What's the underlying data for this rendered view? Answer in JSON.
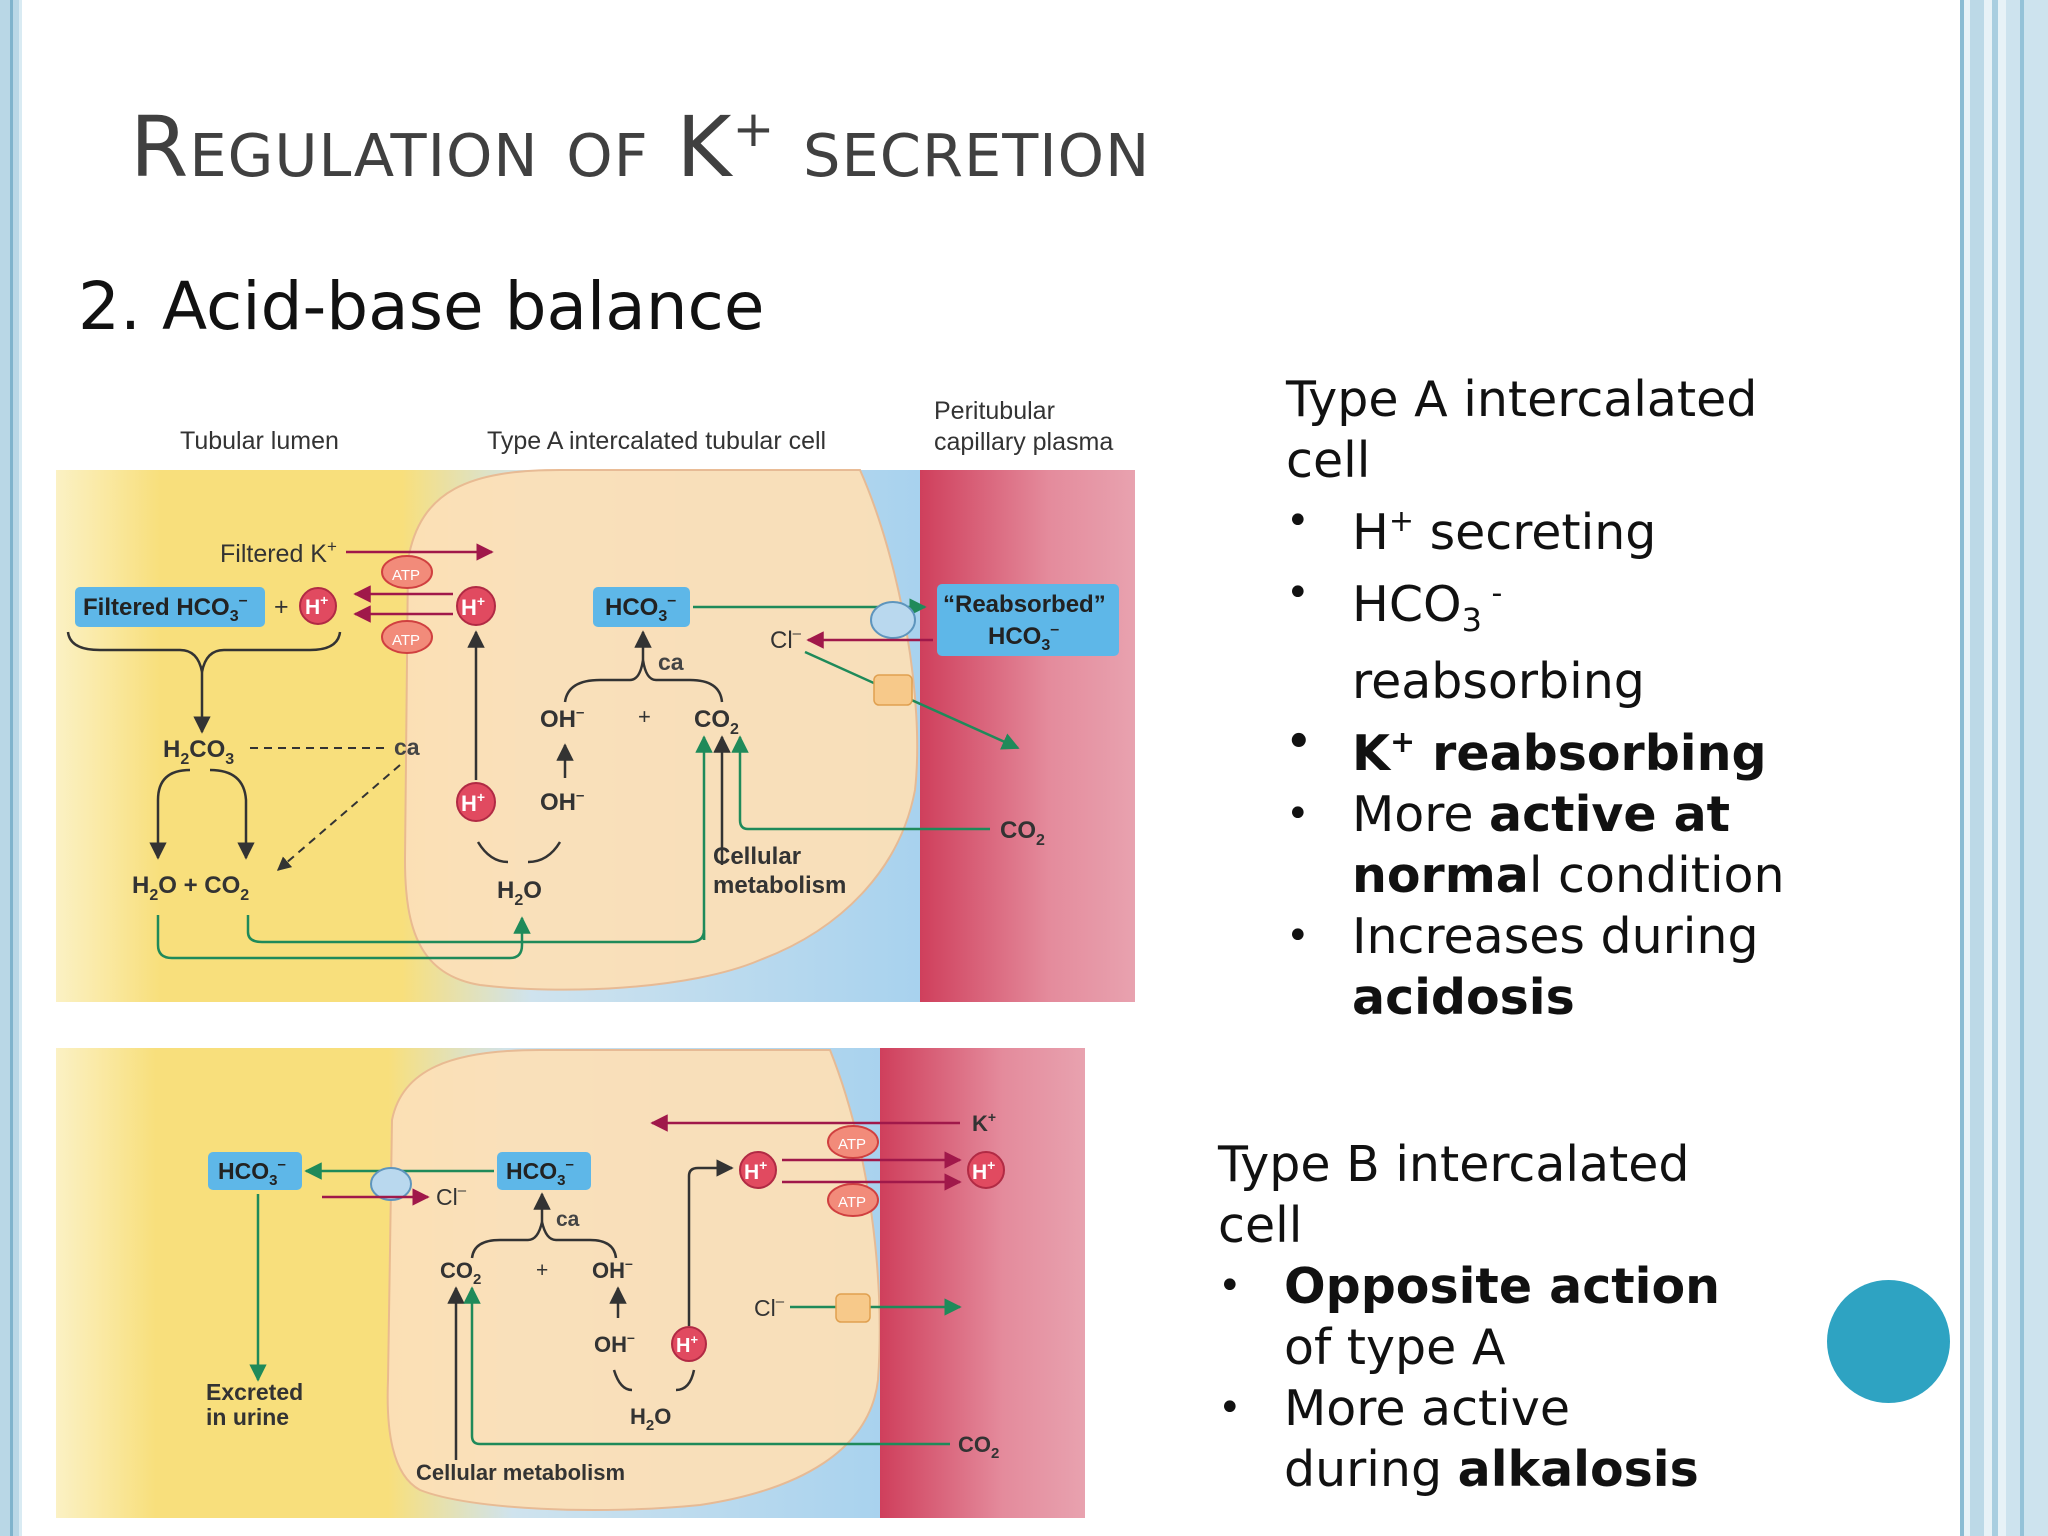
{
  "slide": {
    "title_main": "Regulation of K",
    "title_sup": "+",
    "title_end": " secretion",
    "subtitle": "2. Acid-base balance"
  },
  "type_a": {
    "heading_line1": "Type A intercalated",
    "heading_line2": "cell",
    "bullet1_a": "H",
    "bullet1_sup": "+",
    "bullet1_b": " secreting",
    "bullet2_a": "HCO",
    "bullet2_sub": "3",
    "bullet2_sup": " -",
    "bullet2_b": "reabsorbing",
    "bullet3_a": "K",
    "bullet3_sup": "+",
    "bullet3_b": " reabsorbing",
    "bullet4_a": "More ",
    "bullet4_bold1": "active at",
    "bullet4_bold2": "norma",
    "bullet4_b": "l condition",
    "bullet5_a": "Increases during",
    "bullet5_bold": "acidosis"
  },
  "type_b": {
    "heading_line1": "Type B intercalated",
    "heading_line2": "cell",
    "bullet1_bold": "Opposite action",
    "bullet1_b": "of type A",
    "bullet2_a": "More active",
    "bullet2_b": "during ",
    "bullet2_bold": "alkalosis"
  },
  "diagram_a": {
    "col_lumen": "Tubular lumen",
    "col_cell": "Type A intercalated tubular cell",
    "col_plasma_1": "Peritubular",
    "col_plasma_2": "capillary plasma",
    "filtered_k": "Filtered K",
    "filtered_hco3": "Filtered HCO",
    "h_plus": "H",
    "hco3": "HCO",
    "reabsorbed_1": "“Reabsorbed”",
    "reabsorbed_2": "HCO",
    "cl": "Cl",
    "ca": "ca",
    "oh": "OH",
    "co2": "CO",
    "h2co3": "H",
    "h2o": "H",
    "plus": "+",
    "atp": "ATP",
    "cellular_1": "Cellular",
    "cellular_2": "metabolism"
  },
  "diagram_b": {
    "hco3": "HCO",
    "cl": "Cl",
    "ca": "ca",
    "co2": "CO",
    "oh": "OH",
    "h_plus": "H",
    "h2o": "H",
    "k_plus": "K",
    "plus": "+",
    "atp": "ATP",
    "excreted_1": "Excreted",
    "excreted_2": "in urine",
    "cellular": "Cellular metabolism"
  },
  "colors": {
    "accent_circle": "#2ea3c2",
    "lumen_yellow": "#f7df7a",
    "cell_fill": "#fce0b8",
    "plasma_red": "#d9546e",
    "hco3_box": "#5eb7e8",
    "h_circle": "#e14a60",
    "green_arrow": "#1f8a5a",
    "red_arrow": "#a0184a"
  }
}
